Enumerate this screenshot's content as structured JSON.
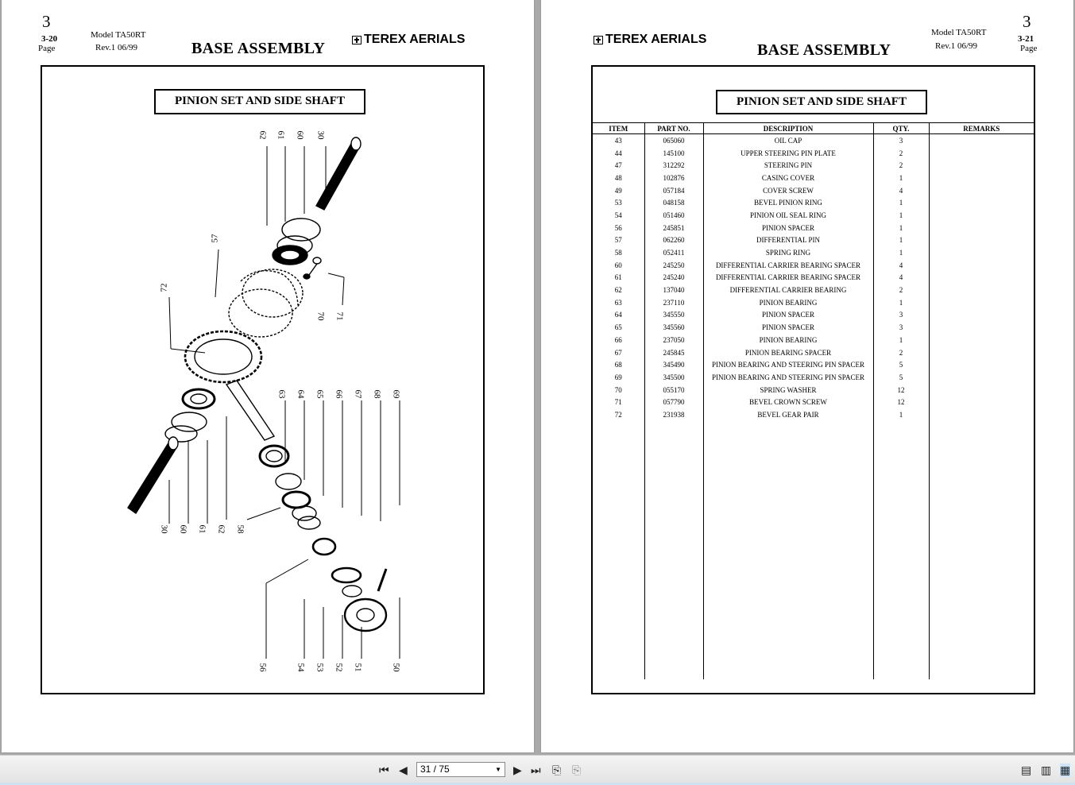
{
  "left_page": {
    "section_number": "3",
    "page_number": "3-20",
    "page_word": "Page",
    "model": "Model TA50RT",
    "revision": "Rev.1   06/99",
    "title": "BASE ASSEMBLY",
    "brand": "TEREX AERIALS",
    "figure_title": "PINION SET AND SIDE SHAFT",
    "callouts_top": [
      "62",
      "61",
      "60",
      "30"
    ],
    "callouts_mid_left": [
      "57",
      "72"
    ],
    "callouts_mid_right": [
      "70",
      "71"
    ],
    "callouts_row": [
      "63",
      "64",
      "65",
      "66",
      "67",
      "68",
      "69"
    ],
    "callouts_bottom_left": [
      "30",
      "60",
      "61",
      "62",
      "58"
    ],
    "callouts_bottom": [
      "56",
      "54",
      "53",
      "52",
      "51",
      "50"
    ]
  },
  "right_page": {
    "section_number": "3",
    "page_number": "3-21",
    "page_word": "Page",
    "model": "Model TA50RT",
    "revision": "Rev.1   06/99",
    "title": "BASE ASSEMBLY",
    "brand": "TEREX AERIALS",
    "table_title": "PINION SET AND SIDE SHAFT",
    "columns": [
      "ITEM",
      "PART NO.",
      "DESCRIPTION",
      "QTY.",
      "REMARKS"
    ],
    "rows": [
      [
        "43",
        "065060",
        "OIL CAP",
        "3",
        ""
      ],
      [
        "44",
        "145100",
        "UPPER STEERING PIN PLATE",
        "2",
        ""
      ],
      [
        "47",
        "312292",
        "STEERING PIN",
        "2",
        ""
      ],
      [
        "48",
        "102876",
        "CASING COVER",
        "1",
        ""
      ],
      [
        "49",
        "057184",
        "COVER SCREW",
        "4",
        ""
      ],
      [
        "53",
        "048158",
        "BEVEL PINION RING",
        "1",
        ""
      ],
      [
        "54",
        "051460",
        "PINION OIL SEAL RING",
        "1",
        ""
      ],
      [
        "56",
        "245851",
        "PINION SPACER",
        "1",
        ""
      ],
      [
        "57",
        "062260",
        "DIFFERENTIAL PIN",
        "1",
        ""
      ],
      [
        "58",
        "052411",
        "SPRING RING",
        "1",
        ""
      ],
      [
        "60",
        "245250",
        "DIFFERENTIAL CARRIER BEARING SPACER",
        "4",
        ""
      ],
      [
        "61",
        "245240",
        "DIFFERENTIAL CARRIER BEARING SPACER",
        "4",
        ""
      ],
      [
        "62",
        "137040",
        "DIFFERENTIAL CARRIER BEARING",
        "2",
        ""
      ],
      [
        "63",
        "237110",
        "PINION BEARING",
        "1",
        ""
      ],
      [
        "64",
        "345550",
        "PINION SPACER",
        "3",
        ""
      ],
      [
        "65",
        "345560",
        "PINION SPACER",
        "3",
        ""
      ],
      [
        "66",
        "237050",
        "PINION BEARING",
        "1",
        ""
      ],
      [
        "67",
        "245845",
        "PINION BEARING SPACER",
        "2",
        ""
      ],
      [
        "68",
        "345490",
        "PINION BEARING AND STEERING PIN SPACER",
        "5",
        ""
      ],
      [
        "69",
        "345500",
        "PINION BEARING AND STEERING PIN SPACER",
        "5",
        ""
      ],
      [
        "70",
        "055170",
        "SPRING WASHER",
        "12",
        ""
      ],
      [
        "71",
        "057790",
        "BEVEL CROWN SCREW",
        "12",
        ""
      ],
      [
        "72",
        "231938",
        "BEVEL GEAR PAIR",
        "1",
        ""
      ]
    ]
  },
  "toolbar": {
    "page_indicator": "31 / 75"
  }
}
